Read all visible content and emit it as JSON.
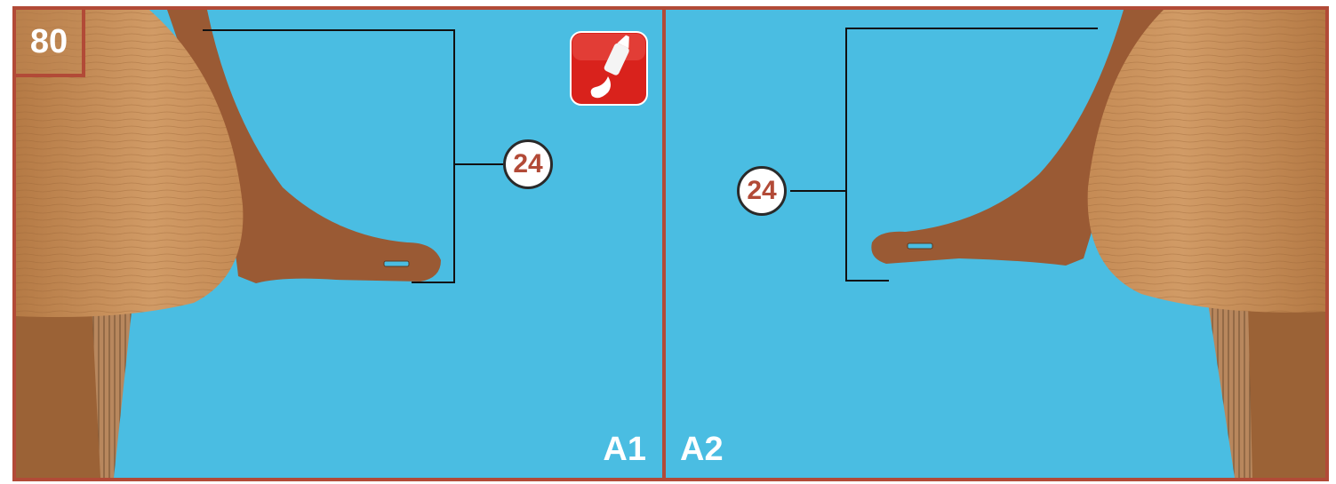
{
  "step": "80",
  "panels": [
    {
      "label": "A1",
      "callout": "24"
    },
    {
      "label": "A2",
      "callout": "24"
    }
  ],
  "icons": {
    "glue": "glue-bottle-icon"
  },
  "colors": {
    "background": "#4abde2",
    "border": "#b24a37",
    "wood_light": "#c48a57",
    "wood_dark": "#8a4f2b",
    "callout_text": "#b24a37"
  }
}
